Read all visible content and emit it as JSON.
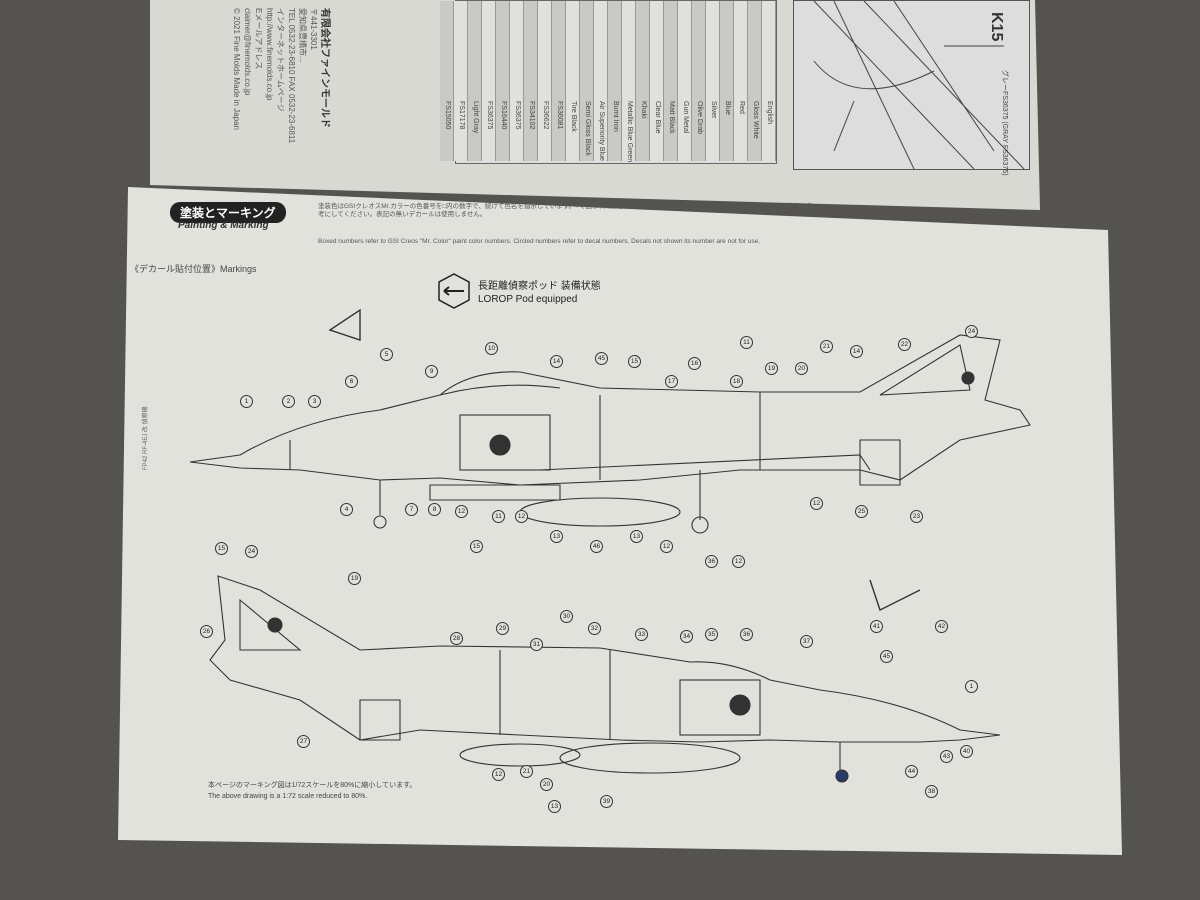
{
  "top_page": {
    "company_title": "有限会社ファインモールド",
    "address_lines": [
      "〒441-3301",
      "愛知県豊橋市...",
      "TEL 0532-23-6810  FAX 0532-23-6811",
      "インターネットホームページ",
      "http://www.finemolds.co.jp",
      "Eメールアドレス",
      "claimer@finemolds.co.jp",
      "© 2021 Fine Molds   Made in Japan"
    ],
    "paint_table": {
      "header": "English",
      "colors": [
        "Gloss White",
        "Red",
        "Blue",
        "Silver",
        "Olive Drab",
        "Gun Metal",
        "Matt Black",
        "Clear Blue",
        "Khaki",
        "Metallic Blue Green",
        "Burnt Iron",
        "Air Superiority Blue",
        "Semi Gloss Black",
        "Tire Black",
        "FS36081",
        "FS36622",
        "FS34102",
        "FS36375",
        "FS16440",
        "FS36375",
        "Light Gray",
        "FS17178",
        "FS15050"
      ]
    },
    "k15_label": "K15",
    "k15_paint": "グレーFS36375 (GRAY FS36375)"
  },
  "section": {
    "badge": "塗装とマーキング",
    "title_en": "Painting & Marking",
    "note_jp": "塗装色はGSIクレオスMr.カラーの色番号を□内の数字で、続けて色名を指示しています。○で囲まれた数字は付属デカールの番号です。※機体の塗装は組立図中の説明を参考にしてください。表記の無いデカールは使用しません。",
    "note_en": "Boxed numbers refer to GSI Creos \"Mr. Color\" paint color numbers. Circled numbers refer to decal numbers. Decals not shown its number are not for use.",
    "markings_label": "《デカール貼付位置》Markings",
    "lorop_jp": "長距離偵察ポッド 装備状態",
    "lorop_en": "LOROP Pod equipped",
    "scale_jp": "本ページのマーキング図は1/72スケールを80%に縮小しています。",
    "scale_en": "The above drawing is a 1:72 scale reduced to 80%.",
    "side_code": "FP42 RF-4EJ 改 偵察機"
  },
  "top_view_callouts": [
    "1",
    "2",
    "3",
    "4",
    "5",
    "6",
    "7",
    "8",
    "9",
    "10",
    "11",
    "12",
    "12",
    "14",
    "15",
    "16",
    "17",
    "18",
    "19",
    "20",
    "21",
    "22",
    "23",
    "24",
    "25",
    "13",
    "45",
    "46",
    "13",
    "12",
    "36",
    "12",
    "11",
    "12",
    "14",
    "15"
  ],
  "bottom_view_callouts": [
    "15",
    "24",
    "19",
    "26",
    "28",
    "29",
    "30",
    "31",
    "32",
    "33",
    "34",
    "35",
    "36",
    "37",
    "38",
    "40",
    "41",
    "42",
    "43",
    "44",
    "45",
    "1",
    "27",
    "12",
    "20",
    "21",
    "39",
    "13"
  ]
}
